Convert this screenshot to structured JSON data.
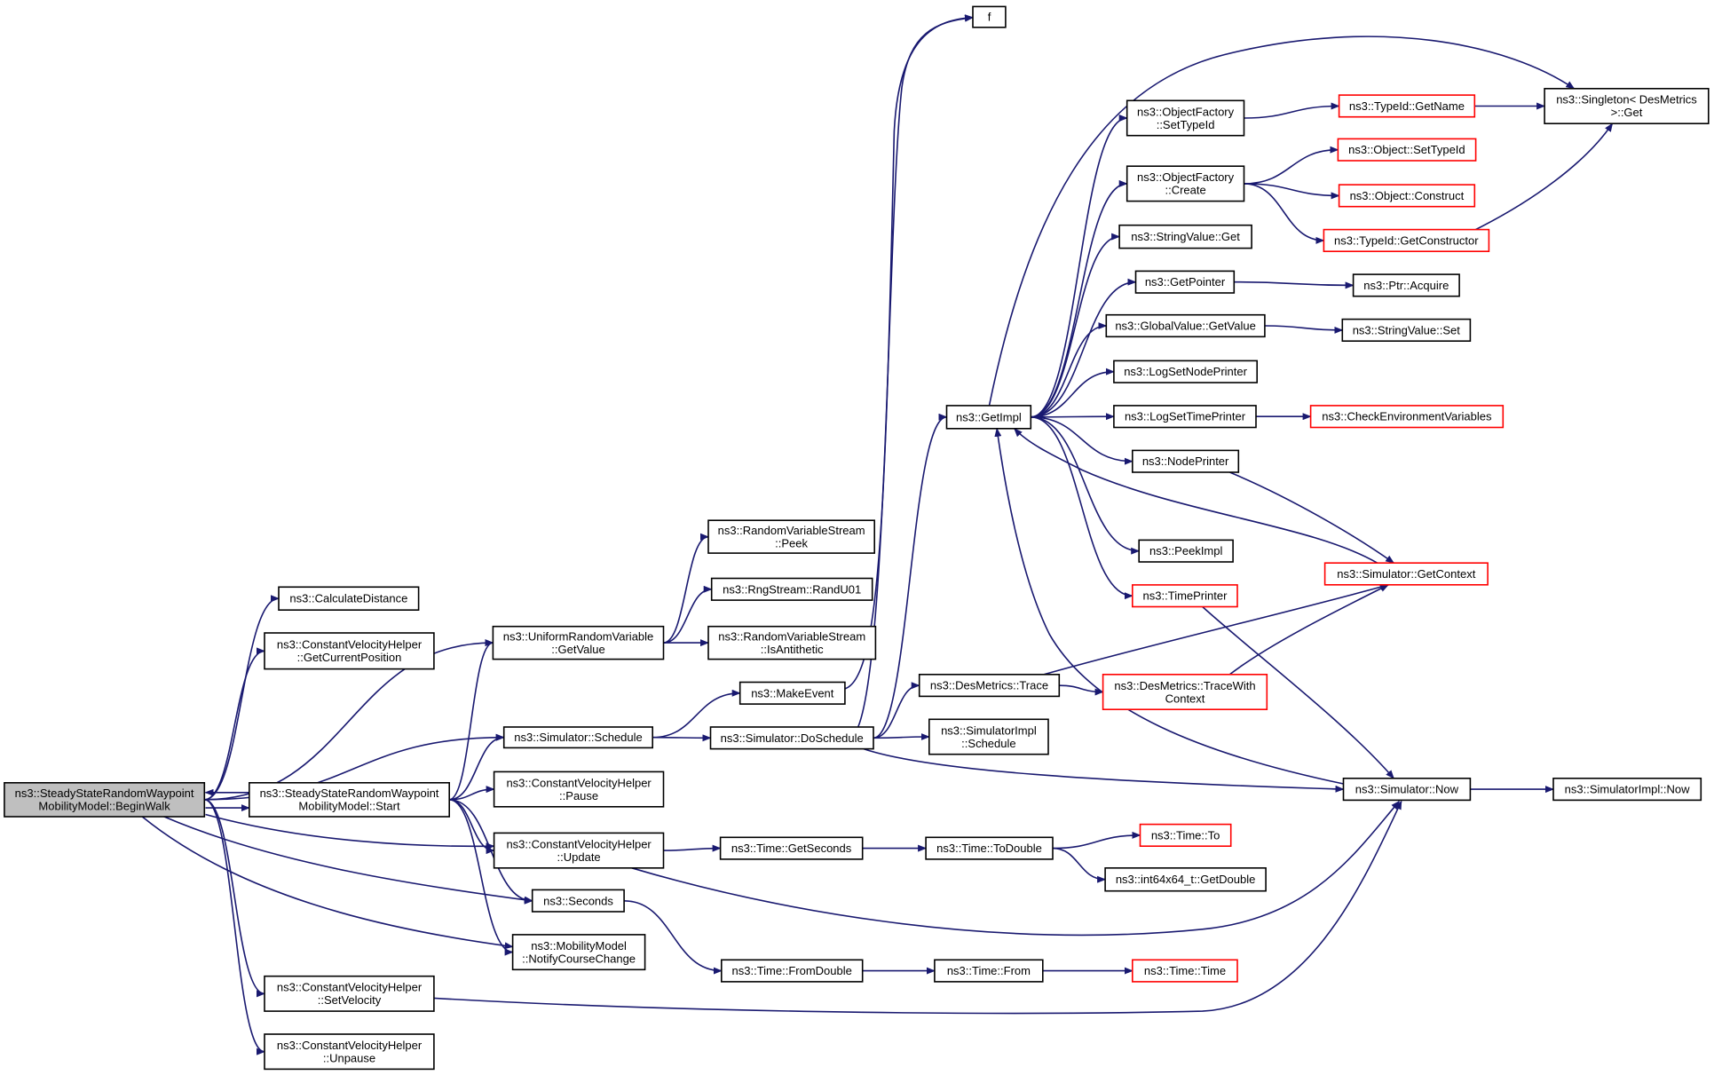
{
  "colors": {
    "edge": "#191970",
    "border_black": "#000000",
    "border_red": "#ff0000",
    "fill_default": "#ffffff",
    "fill_root": "#bfbfbf",
    "text": "#000000"
  },
  "nodes": [
    {
      "id": "root",
      "lines": [
        "ns3::SteadyStateRandomWaypoint",
        "MobilityModel::BeginWalk"
      ],
      "border": "black",
      "highlight": true
    },
    {
      "id": "calcdist",
      "lines": [
        "ns3::CalculateDistance"
      ],
      "border": "black"
    },
    {
      "id": "cvh_getpos",
      "lines": [
        "ns3::ConstantVelocityHelper",
        "::GetCurrentPosition"
      ],
      "border": "black"
    },
    {
      "id": "urv_getvalue",
      "lines": [
        "ns3::UniformRandomVariable",
        "::GetValue"
      ],
      "border": "black"
    },
    {
      "id": "rvs_peek",
      "lines": [
        "ns3::RandomVariableStream",
        "::Peek"
      ],
      "border": "black"
    },
    {
      "id": "rng_randu01",
      "lines": [
        "ns3::RngStream::RandU01"
      ],
      "border": "black"
    },
    {
      "id": "rvs_isanti",
      "lines": [
        "ns3::RandomVariableStream",
        "::IsAntithetic"
      ],
      "border": "black"
    },
    {
      "id": "sim_schedule",
      "lines": [
        "ns3::Simulator::Schedule"
      ],
      "border": "black"
    },
    {
      "id": "start",
      "lines": [
        "ns3::SteadyStateRandomWaypoint",
        "MobilityModel::Start"
      ],
      "border": "black"
    },
    {
      "id": "cvh_pause",
      "lines": [
        "ns3::ConstantVelocityHelper",
        "::Pause"
      ],
      "border": "black"
    },
    {
      "id": "cvh_update",
      "lines": [
        "ns3::ConstantVelocityHelper",
        "::Update"
      ],
      "border": "black"
    },
    {
      "id": "seconds",
      "lines": [
        "ns3::Seconds"
      ],
      "border": "black"
    },
    {
      "id": "mm_notify",
      "lines": [
        "ns3::MobilityModel",
        "::NotifyCourseChange"
      ],
      "border": "black"
    },
    {
      "id": "cvh_setvel",
      "lines": [
        "ns3::ConstantVelocityHelper",
        "::SetVelocity"
      ],
      "border": "black"
    },
    {
      "id": "cvh_unpause",
      "lines": [
        "ns3::ConstantVelocityHelper",
        "::Unpause"
      ],
      "border": "black"
    },
    {
      "id": "f",
      "lines": [
        "f"
      ],
      "border": "black"
    },
    {
      "id": "makeevent",
      "lines": [
        "ns3::MakeEvent"
      ],
      "border": "black"
    },
    {
      "id": "sim_doschedule",
      "lines": [
        "ns3::Simulator::DoSchedule"
      ],
      "border": "black"
    },
    {
      "id": "time_getseconds",
      "lines": [
        "ns3::Time::GetSeconds"
      ],
      "border": "black"
    },
    {
      "id": "time_fromdouble",
      "lines": [
        "ns3::Time::FromDouble"
      ],
      "border": "black"
    },
    {
      "id": "getimpl",
      "lines": [
        "ns3::GetImpl"
      ],
      "border": "black"
    },
    {
      "id": "desm_trace",
      "lines": [
        "ns3::DesMetrics::Trace"
      ],
      "border": "black"
    },
    {
      "id": "simimpl_schedule",
      "lines": [
        "ns3::SimulatorImpl",
        "::Schedule"
      ],
      "border": "black"
    },
    {
      "id": "time_todouble",
      "lines": [
        "ns3::Time::ToDouble"
      ],
      "border": "black"
    },
    {
      "id": "time_from",
      "lines": [
        "ns3::Time::From"
      ],
      "border": "black"
    },
    {
      "id": "of_settypeid",
      "lines": [
        "ns3::ObjectFactory",
        "::SetTypeId"
      ],
      "border": "black"
    },
    {
      "id": "of_create",
      "lines": [
        "ns3::ObjectFactory",
        "::Create"
      ],
      "border": "black"
    },
    {
      "id": "sv_get",
      "lines": [
        "ns3::StringValue::Get"
      ],
      "border": "black"
    },
    {
      "id": "getpointer",
      "lines": [
        "ns3::GetPointer"
      ],
      "border": "black"
    },
    {
      "id": "gv_getvalue",
      "lines": [
        "ns3::GlobalValue::GetValue"
      ],
      "border": "black"
    },
    {
      "id": "logsetnode",
      "lines": [
        "ns3::LogSetNodePrinter"
      ],
      "border": "black"
    },
    {
      "id": "logsettime",
      "lines": [
        "ns3::LogSetTimePrinter"
      ],
      "border": "black"
    },
    {
      "id": "nodeprinter",
      "lines": [
        "ns3::NodePrinter"
      ],
      "border": "black"
    },
    {
      "id": "peekimpl",
      "lines": [
        "ns3::PeekImpl"
      ],
      "border": "black"
    },
    {
      "id": "timeprinter",
      "lines": [
        "ns3::TimePrinter"
      ],
      "border": "red"
    },
    {
      "id": "desm_tracewith",
      "lines": [
        "ns3::DesMetrics::TraceWith",
        "Context"
      ],
      "border": "red"
    },
    {
      "id": "time_to",
      "lines": [
        "ns3::Time::To"
      ],
      "border": "red"
    },
    {
      "id": "int64_getdouble",
      "lines": [
        "ns3::int64x64_t::GetDouble"
      ],
      "border": "black"
    },
    {
      "id": "time_time",
      "lines": [
        "ns3::Time::Time"
      ],
      "border": "red"
    },
    {
      "id": "typeid_getname",
      "lines": [
        "ns3::TypeId::GetName"
      ],
      "border": "red"
    },
    {
      "id": "obj_settypeid",
      "lines": [
        "ns3::Object::SetTypeId"
      ],
      "border": "red"
    },
    {
      "id": "obj_construct",
      "lines": [
        "ns3::Object::Construct"
      ],
      "border": "red"
    },
    {
      "id": "typeid_getctor",
      "lines": [
        "ns3::TypeId::GetConstructor"
      ],
      "border": "red"
    },
    {
      "id": "ptr_acquire",
      "lines": [
        "ns3::Ptr::Acquire"
      ],
      "border": "black"
    },
    {
      "id": "sv_set",
      "lines": [
        "ns3::StringValue::Set"
      ],
      "border": "black"
    },
    {
      "id": "checkenv",
      "lines": [
        "ns3::CheckEnvironmentVariables"
      ],
      "border": "red"
    },
    {
      "id": "sim_getcontext",
      "lines": [
        "ns3::Simulator::GetContext"
      ],
      "border": "red"
    },
    {
      "id": "sim_now",
      "lines": [
        "ns3::Simulator::Now"
      ],
      "border": "black"
    },
    {
      "id": "singleton_get",
      "lines": [
        "ns3::Singleton< DesMetrics",
        ">::Get"
      ],
      "border": "black"
    },
    {
      "id": "simimpl_now",
      "lines": [
        "ns3::SimulatorImpl::Now"
      ],
      "border": "black"
    }
  ],
  "edges": [
    [
      "root",
      "calcdist"
    ],
    [
      "root",
      "cvh_getpos"
    ],
    [
      "root",
      "urv_getvalue"
    ],
    [
      "root",
      "sim_schedule"
    ],
    [
      "root",
      "start"
    ],
    [
      "root",
      "cvh_update"
    ],
    [
      "root",
      "seconds"
    ],
    [
      "root",
      "mm_notify"
    ],
    [
      "root",
      "cvh_setvel"
    ],
    [
      "root",
      "cvh_unpause"
    ],
    [
      "start",
      "root"
    ],
    [
      "start",
      "urv_getvalue"
    ],
    [
      "start",
      "sim_schedule"
    ],
    [
      "start",
      "cvh_pause"
    ],
    [
      "start",
      "cvh_update"
    ],
    [
      "start",
      "seconds"
    ],
    [
      "start",
      "mm_notify"
    ],
    [
      "urv_getvalue",
      "rvs_peek"
    ],
    [
      "urv_getvalue",
      "rng_randu01"
    ],
    [
      "urv_getvalue",
      "rvs_isanti"
    ],
    [
      "sim_schedule",
      "makeevent"
    ],
    [
      "sim_schedule",
      "sim_doschedule"
    ],
    [
      "makeevent",
      "f"
    ],
    [
      "sim_doschedule",
      "f"
    ],
    [
      "sim_doschedule",
      "getimpl"
    ],
    [
      "sim_doschedule",
      "desm_trace"
    ],
    [
      "sim_doschedule",
      "simimpl_schedule"
    ],
    [
      "sim_doschedule",
      "sim_now"
    ],
    [
      "cvh_update",
      "time_getseconds"
    ],
    [
      "cvh_update",
      "sim_now"
    ],
    [
      "seconds",
      "time_fromdouble"
    ],
    [
      "cvh_setvel",
      "sim_now"
    ],
    [
      "time_getseconds",
      "time_todouble"
    ],
    [
      "time_todouble",
      "time_to"
    ],
    [
      "time_todouble",
      "int64_getdouble"
    ],
    [
      "time_fromdouble",
      "time_from"
    ],
    [
      "time_from",
      "time_time"
    ],
    [
      "desm_trace",
      "sim_getcontext"
    ],
    [
      "desm_trace",
      "desm_tracewith"
    ],
    [
      "desm_tracewith",
      "sim_getcontext"
    ],
    [
      "getimpl",
      "singleton_get"
    ],
    [
      "getimpl",
      "of_settypeid"
    ],
    [
      "getimpl",
      "of_create"
    ],
    [
      "getimpl",
      "sv_get"
    ],
    [
      "getimpl",
      "getpointer"
    ],
    [
      "getimpl",
      "gv_getvalue"
    ],
    [
      "getimpl",
      "logsetnode"
    ],
    [
      "getimpl",
      "logsettime"
    ],
    [
      "getimpl",
      "nodeprinter"
    ],
    [
      "getimpl",
      "peekimpl"
    ],
    [
      "getimpl",
      "timeprinter"
    ],
    [
      "sim_getcontext",
      "getimpl"
    ],
    [
      "sim_now",
      "getimpl"
    ],
    [
      "of_settypeid",
      "typeid_getname"
    ],
    [
      "typeid_getname",
      "singleton_get"
    ],
    [
      "of_create",
      "obj_settypeid"
    ],
    [
      "of_create",
      "obj_construct"
    ],
    [
      "of_create",
      "typeid_getctor"
    ],
    [
      "typeid_getctor",
      "singleton_get"
    ],
    [
      "getpointer",
      "ptr_acquire"
    ],
    [
      "gv_getvalue",
      "sv_set"
    ],
    [
      "logsettime",
      "checkenv"
    ],
    [
      "nodeprinter",
      "sim_getcontext"
    ],
    [
      "timeprinter",
      "sim_now"
    ],
    [
      "sim_now",
      "simimpl_now"
    ]
  ]
}
